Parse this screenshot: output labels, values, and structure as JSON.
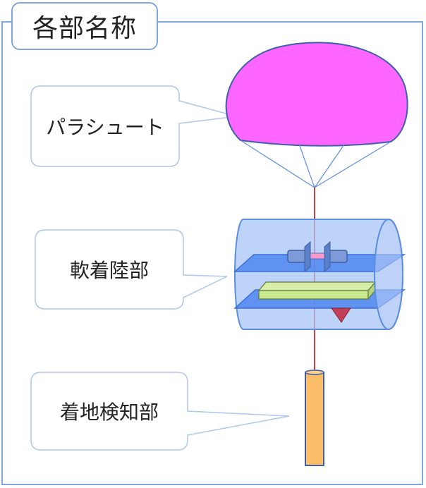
{
  "title": "各部名称",
  "labels": {
    "parachute": "パラシュート",
    "landing_part": "軟着陸部",
    "ground_detector": "着地検知部"
  },
  "colors": {
    "frame": "#7FA6E0",
    "parachute": "#FF66FF",
    "cylinder": "#A8C4F5",
    "plate": "#4F86F0",
    "board": "#C9E78F",
    "string": "#C00000",
    "detector": "#FDBE6A"
  }
}
